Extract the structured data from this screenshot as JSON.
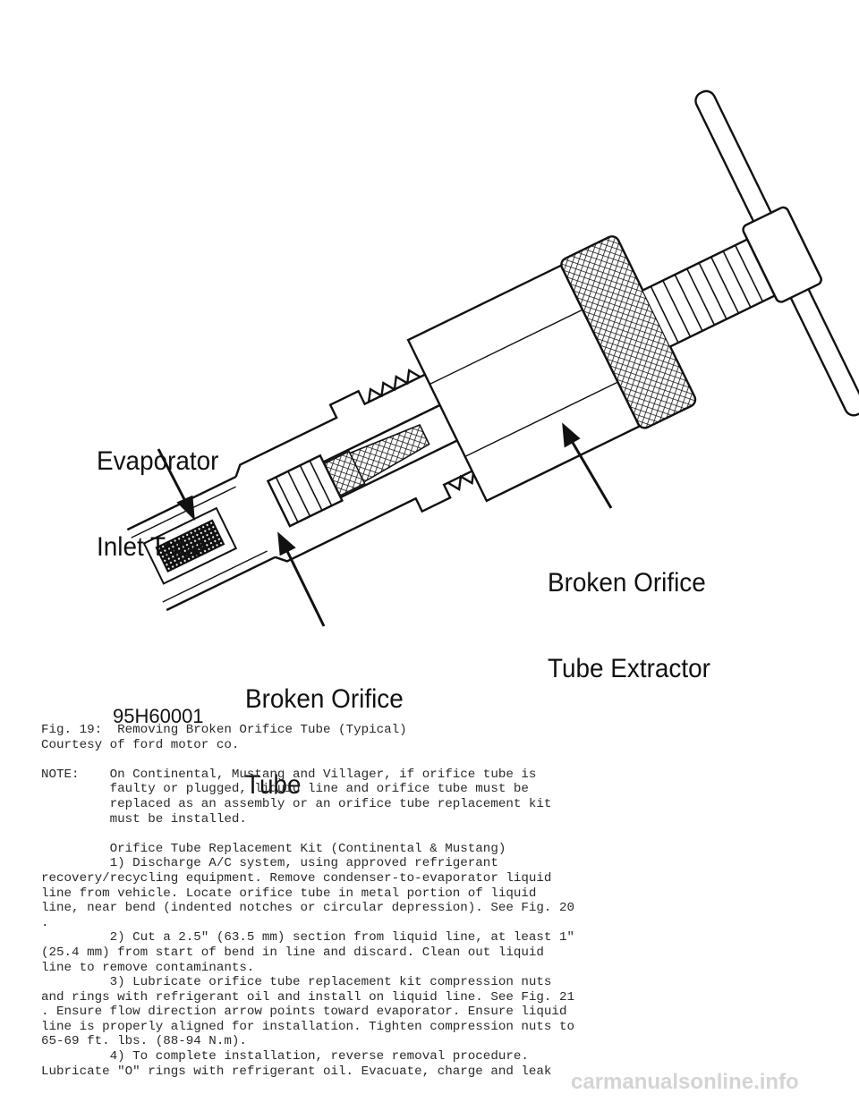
{
  "figure": {
    "label_evap": [
      "Evaporator",
      "Inlet Tube"
    ],
    "label_extractor": [
      "Broken Orifice",
      "Tube Extractor"
    ],
    "label_broken": [
      "Broken Orifice",
      "Tube"
    ],
    "figure_id": "95H60001"
  },
  "body_lines": [
    "Fig. 19:  Removing Broken Orifice Tube (Typical)",
    "Courtesy of ford motor co.",
    "",
    "NOTE:    On Continental, Mustang and Villager, if orifice tube is",
    "         faulty or plugged, liquid line and orifice tube must be",
    "         replaced as an assembly or an orifice tube replacement kit",
    "         must be installed.",
    "",
    "         Orifice Tube Replacement Kit (Continental & Mustang)",
    "         1) Discharge A/C system, using approved refrigerant",
    "recovery/recycling equipment. Remove condenser-to-evaporator liquid",
    "line from vehicle. Locate orifice tube in metal portion of liquid",
    "line, near bend (indented notches or circular depression). See Fig. 20",
    ".",
    "         2) Cut a 2.5\" (63.5 mm) section from liquid line, at least 1\"",
    "(25.4 mm) from start of bend in line and discard. Clean out liquid",
    "line to remove contaminants.",
    "         3) Lubricate orifice tube replacement kit compression nuts",
    "and rings with refrigerant oil and install on liquid line. See Fig. 21",
    ". Ensure flow direction arrow points toward evaporator. Ensure liquid",
    "line is properly aligned for installation. Tighten compression nuts to",
    "65-69 ft. lbs. (88-94 N.m).",
    "         4) To complete installation, reverse removal procedure.",
    "Lubricate \"O\" rings with refrigerant oil. Evacuate, charge and leak"
  ],
  "watermark": "carmanualsonline.info"
}
